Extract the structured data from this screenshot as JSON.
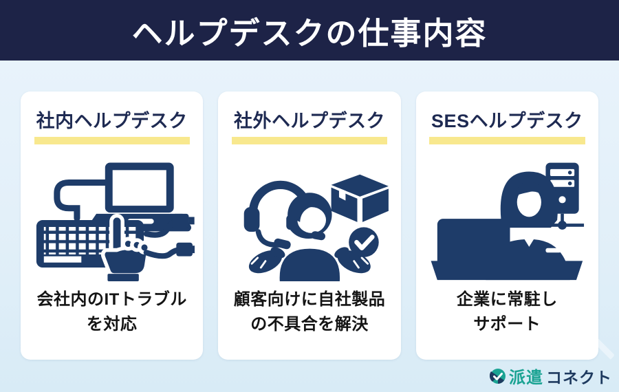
{
  "header": {
    "title": "ヘルプデスクの仕事内容"
  },
  "cards": [
    {
      "title": "社内ヘルプデスク",
      "icon": "keyboard-laptop-usb-icon",
      "description": "会社内のITトラブル\nを対応"
    },
    {
      "title": "社外ヘルプデスク",
      "icon": "support-agent-headset-box-icon",
      "description": "顧客向けに自社製品\nの不具合を解決"
    },
    {
      "title": "SESヘルプデスク",
      "icon": "onsite-receptionist-desk-icon",
      "description": "企業に常駐し\nサポート"
    }
  ],
  "footer": {
    "logo_icon": "haken-connect-logo-icon",
    "brand_first": "派遣",
    "brand_second": "コネクト"
  },
  "colors": {
    "header_bg": "#1d2347",
    "page_bg_top": "#eaf4fc",
    "page_bg_bottom": "#d8ebf6",
    "card_bg": "#ffffff",
    "title_navy": "#1e2a52",
    "underline_yellow": "#f8e88e",
    "icon_navy": "#1e3c69",
    "body_text": "#141414",
    "logo_teal": "#1ba393",
    "logo_navy": "#1e3a5f"
  }
}
